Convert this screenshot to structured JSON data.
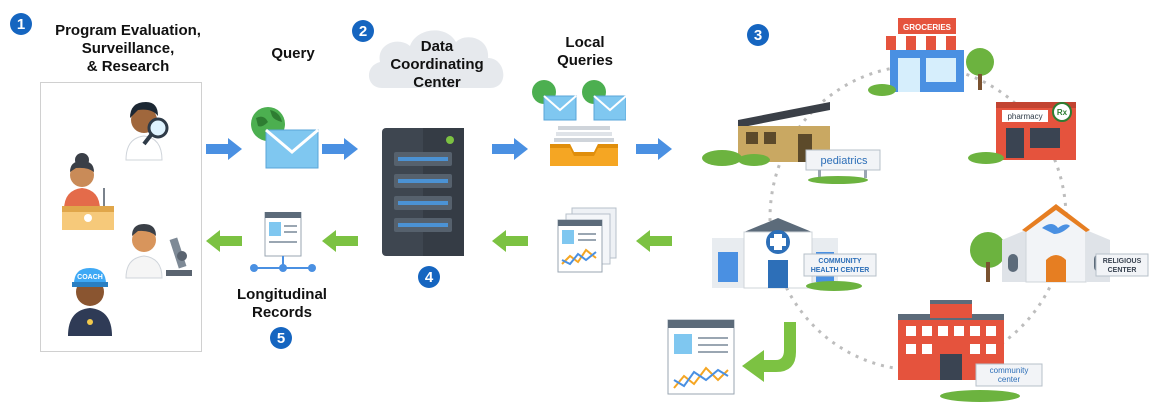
{
  "steps": {
    "s1": {
      "num": "1",
      "label": [
        "Program Evaluation,",
        "Surveillance,",
        "& Research"
      ]
    },
    "query": {
      "label": "Query"
    },
    "s2": {
      "num": "2",
      "label": [
        "Data",
        "Coordinating",
        "Center"
      ]
    },
    "local": {
      "label": [
        "Local",
        "Queries"
      ]
    },
    "s3": {
      "num": "3"
    },
    "s4": {
      "num": "4"
    },
    "s5": {
      "num": "5",
      "label": [
        "Longitudinal",
        "Records"
      ]
    }
  },
  "places": {
    "groceries": "GROCERIES",
    "pharmacy": "pharmacy",
    "pharmacy_sign": "Rx",
    "pediatrics": "pediatrics",
    "chc": [
      "COMMUNITY",
      "HEALTH CENTER"
    ],
    "religious": [
      "RELIGIOUS",
      "CENTER"
    ],
    "community": [
      "community",
      "center"
    ]
  },
  "people": {
    "coach_cap": "COACH"
  },
  "colors": {
    "badge": "#1565c0",
    "blue_arrow": "#4a90e2",
    "green_arrow": "#7cc242"
  }
}
